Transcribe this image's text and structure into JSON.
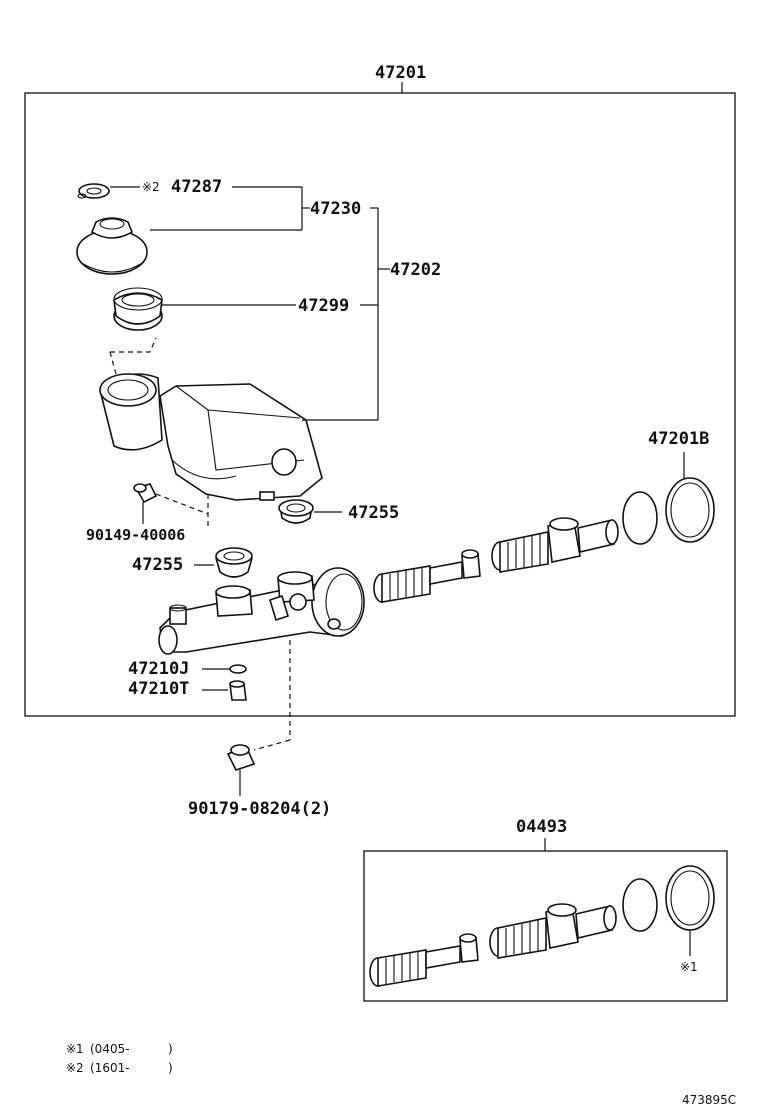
{
  "labels": {
    "assembly": "47201",
    "cap_gasket": "47287",
    "cap_gasket_note": "※2",
    "cap_sub": "47230",
    "reservoir": "47202",
    "strainer": "47299",
    "ring_b": "47201B",
    "grommet_right": "47255",
    "screw": "90149-40006",
    "grommet_left": "47255",
    "gasket_j": "47210J",
    "plug_t": "47210T",
    "union_bolt": "90179-08204(2)",
    "kit": "04493",
    "kit_ring_note": "※1"
  },
  "footnotes": [
    {
      "mark": "※1",
      "text": "(0405-",
      "close": ")"
    },
    {
      "mark": "※2",
      "text": "(1601-",
      "close": ")"
    }
  ],
  "diagram_id": "473895C"
}
